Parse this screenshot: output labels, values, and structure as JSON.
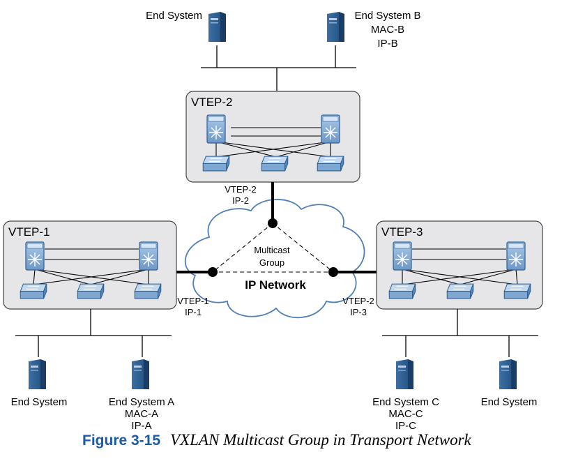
{
  "end_systems": {
    "top_left": {
      "name": "End System"
    },
    "top_right": {
      "name": "End System B",
      "mac": "MAC-B",
      "ip": "IP-B"
    },
    "bottom_1": {
      "name": "End System"
    },
    "bottom_2": {
      "name": "End System A",
      "mac": "MAC-A",
      "ip": "IP-A"
    },
    "bottom_3": {
      "name": "End System C",
      "mac": "MAC-C",
      "ip": "IP-C"
    },
    "bottom_4": {
      "name": "End System"
    }
  },
  "vteps": {
    "vtep1": {
      "title": "VTEP-1",
      "link_name": "VTEP-1",
      "link_ip": "IP-1"
    },
    "vtep2": {
      "title": "VTEP-2",
      "link_name": "VTEP-2",
      "link_ip": "IP-2"
    },
    "vtep3": {
      "title": "VTEP-3",
      "link_name": "VTEP-2",
      "link_ip": "IP-3"
    }
  },
  "cloud": {
    "group_line1": "Multicast",
    "group_line2": "Group",
    "network_label": "IP Network"
  },
  "caption": {
    "number": "Figure 3-15",
    "title": "VXLAN Multicast Group in Transport Network"
  },
  "colors": {
    "device_blue": "#2d5f93",
    "box_fill": "#e6e6e8",
    "cloud_stroke": "#4f7fb8",
    "caption_blue": "#1b5aa6"
  }
}
